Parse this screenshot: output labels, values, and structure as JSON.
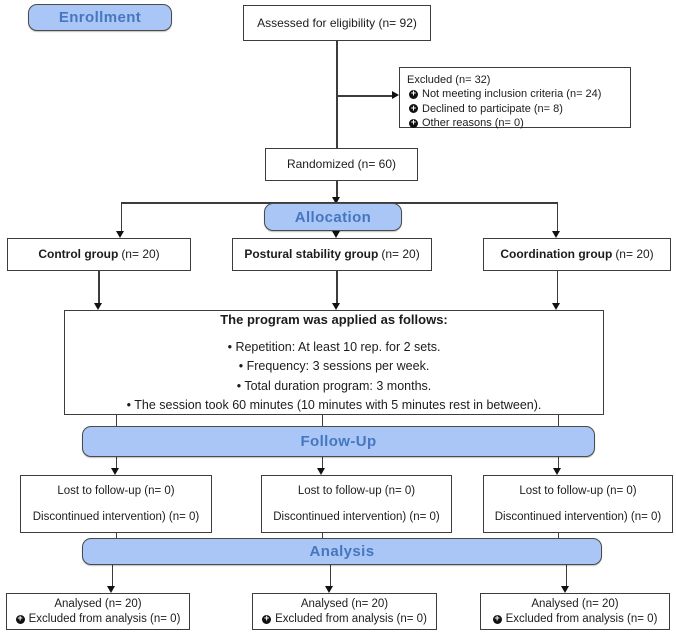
{
  "banners": {
    "enrollment": "Enrollment",
    "allocation": "Allocation",
    "followup": "Follow-Up",
    "analysis": "Analysis"
  },
  "boxes": {
    "assessed": {
      "text": "Assessed for eligibility (n= 92)"
    },
    "excluded": {
      "title": "Excluded (n= 32)",
      "icon": "plus-circle",
      "items": [
        "Not meeting inclusion criteria (n= 24)",
        "Declined to participate (n= 8)",
        "Other reasons (n= 0)"
      ]
    },
    "randomized": {
      "text": "Randomized (n= 60)"
    },
    "groups": [
      {
        "name": "Control group",
        "n": "(n= 20)"
      },
      {
        "name": "Postural stability group",
        "n": "(n= 20)"
      },
      {
        "name": "Coordination group",
        "n": "(n= 20)"
      }
    ],
    "program": {
      "title": "The program was applied as follows:",
      "items": [
        "Repetition: At least 10 rep. for 2 sets.",
        "Frequency: 3 sessions per week.",
        "Total duration program: 3 months.",
        "The session took 60 minutes (10 minutes with 5 minutes rest in between)."
      ]
    },
    "followup": {
      "line1": "Lost to follow-up (n= 0)",
      "line2": "Discontinued intervention) (n= 0)"
    },
    "analysis": {
      "line1": "Analysed (n= 20)",
      "line2": "Excluded from analysis (n= 0)"
    }
  },
  "colors": {
    "banner_fill": "#a9c6f7",
    "banner_text": "#4677be",
    "box_border": "#3c3c3c",
    "arrow": "#111111"
  }
}
